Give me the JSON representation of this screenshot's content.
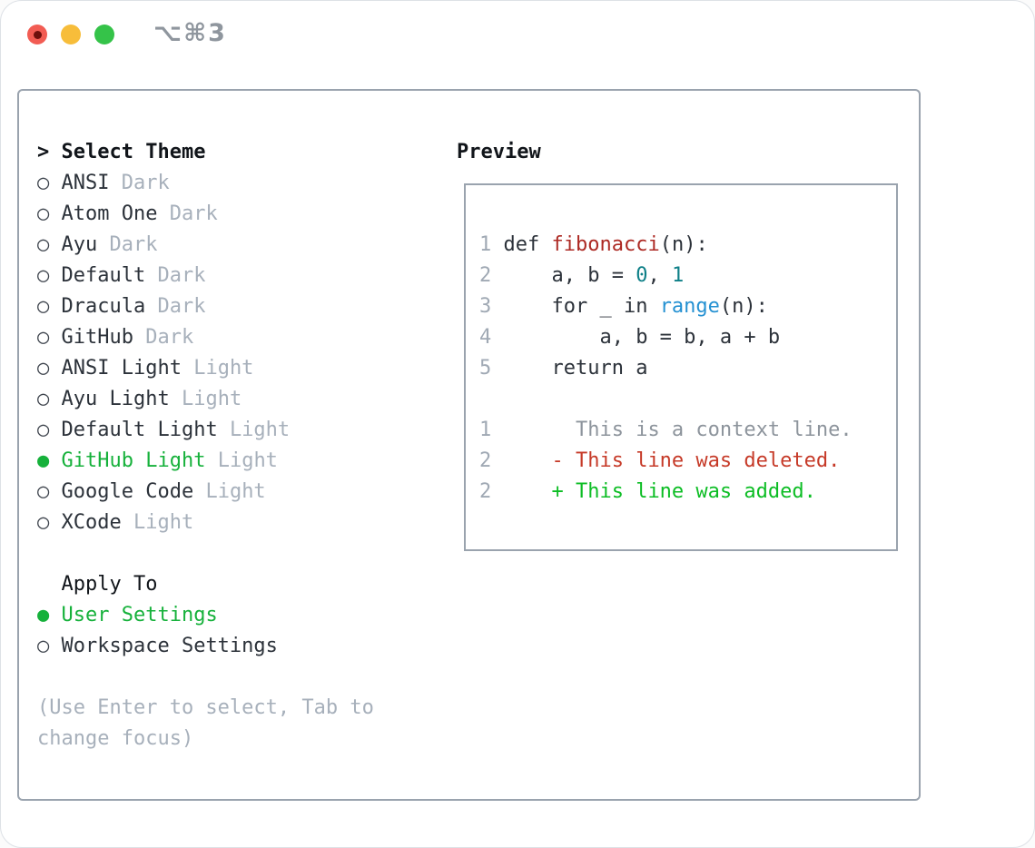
{
  "window": {
    "title": "⌥⌘3"
  },
  "icons": {
    "radio_off": "○",
    "radio_on": "●",
    "prompt": ">"
  },
  "theme_panel": {
    "header": "Select Theme",
    "themes": [
      {
        "name": "ANSI",
        "tag": "Dark",
        "selected": false
      },
      {
        "name": "Atom One",
        "tag": "Dark",
        "selected": false
      },
      {
        "name": "Ayu",
        "tag": "Dark",
        "selected": false
      },
      {
        "name": "Default",
        "tag": "Dark",
        "selected": false
      },
      {
        "name": "Dracula",
        "tag": "Dark",
        "selected": false
      },
      {
        "name": "GitHub",
        "tag": "Dark",
        "selected": false
      },
      {
        "name": "ANSI Light",
        "tag": "Light",
        "selected": false
      },
      {
        "name": "Ayu Light",
        "tag": "Light",
        "selected": false
      },
      {
        "name": "Default Light",
        "tag": "Light",
        "selected": false
      },
      {
        "name": "GitHub Light",
        "tag": "Light",
        "selected": true
      },
      {
        "name": "Google Code",
        "tag": "Light",
        "selected": false
      },
      {
        "name": "XCode",
        "tag": "Light",
        "selected": false
      }
    ],
    "apply_to": {
      "header": "Apply To",
      "options": [
        {
          "label": "User Settings",
          "selected": true
        },
        {
          "label": "Workspace Settings",
          "selected": false
        }
      ]
    },
    "help": "(Use Enter to select, Tab to change focus)"
  },
  "preview": {
    "header": "Preview",
    "lines": [
      {
        "gutter": "1",
        "segments": [
          {
            "text": "def ",
            "color": "code"
          },
          {
            "text": "fibonacci",
            "color": "function"
          },
          {
            "text": "(n):",
            "color": "code"
          }
        ]
      },
      {
        "gutter": "2",
        "segments": [
          {
            "text": "    a, b = ",
            "color": "code"
          },
          {
            "text": "0",
            "color": "number"
          },
          {
            "text": ", ",
            "color": "code"
          },
          {
            "text": "1",
            "color": "number"
          }
        ]
      },
      {
        "gutter": "3",
        "segments": [
          {
            "text": "    for _ in ",
            "color": "code"
          },
          {
            "text": "range",
            "color": "builtin"
          },
          {
            "text": "(n):",
            "color": "code"
          }
        ]
      },
      {
        "gutter": "4",
        "segments": [
          {
            "text": "        a, b = b, a + b",
            "color": "code"
          }
        ]
      },
      {
        "gutter": "5",
        "segments": [
          {
            "text": "    return a",
            "color": "code"
          }
        ]
      },
      {
        "gutter": "",
        "segments": []
      },
      {
        "gutter": "1",
        "segments": [
          {
            "text": "      This is a context line.",
            "color": "context"
          }
        ]
      },
      {
        "gutter": "2",
        "segments": [
          {
            "text": "    - This line was deleted.",
            "color": "deleted"
          }
        ]
      },
      {
        "gutter": "2",
        "segments": [
          {
            "text": "    + This line was added.",
            "color": "added"
          }
        ]
      }
    ]
  },
  "colors": {
    "text": "#2c323a",
    "heading": "#11151a",
    "muted": "#a7b0bb",
    "gutter": "#a0a9b4",
    "context": "#8d949c",
    "selected_green": "#16b13b",
    "added_green": "#0cbd24",
    "deleted_red": "#c63a28",
    "function_red": "#ad2a24",
    "builtin_blue": "#2591d2",
    "number_teal": "#0d7f87",
    "border": "#9aa3ae",
    "title_gray": "#8f969e",
    "traffic_red": "#f25c53",
    "traffic_yellow": "#f7bd3a",
    "traffic_green": "#35c349"
  }
}
